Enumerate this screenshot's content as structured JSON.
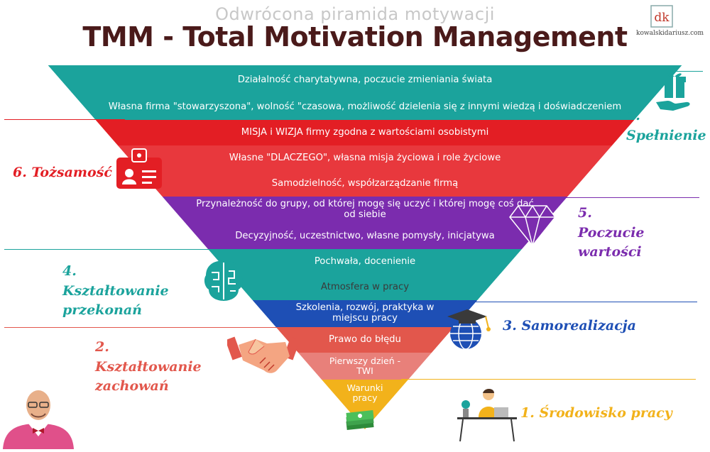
{
  "header": {
    "subtitle": "Odwrócona piramida motywacji",
    "title": "TMM - Total Motivation Management"
  },
  "logo": {
    "text": "kowalskidariusz.com",
    "mark": "dk"
  },
  "pyramid": [
    {
      "text": "Działalność charytatywna, poczucie zmieniania świata",
      "color": "#1ba39c"
    },
    {
      "text": "Własna firma \"stowarzyszona\", wolność \"czasowa, możliwość dzielenia się z innymi wiedzą i doświadczeniem",
      "color": "#1ba39c"
    },
    {
      "text": "MISJA i WIZJA firmy zgodna z wartościami osobistymi",
      "color": "#e31e24"
    },
    {
      "text": "Własne \"DLACZEGO\", własna misja życiowa i role życiowe",
      "color": "#e8383d"
    },
    {
      "text": "Samodzielność, współzarządzanie firmą",
      "color": "#e8383d"
    },
    {
      "text": "Przynależność do grupy, od której mogę się uczyć i której mogę coś dać od siebie",
      "color": "#7b2cae"
    },
    {
      "text": "Decyzyjność, uczestnictwo, własne pomysły, inicjatywa",
      "color": "#7b2cae"
    },
    {
      "text": "Pochwała, docenienie",
      "color": "#1ba39c"
    },
    {
      "text": "Atmosfera w pracy",
      "color": "#1ba39c"
    },
    {
      "text": "Szkolenia, rozwój, praktyka w miejscu pracy",
      "color": "#1e4fb5"
    },
    {
      "text": "Prawo do błędu",
      "color": "#e2574c"
    },
    {
      "text": "Pierwszy dzień - TWI",
      "color": "#e8807a"
    },
    {
      "text": "Warunki pracy",
      "color": "#f2b21b"
    }
  ],
  "levels": {
    "l7": {
      "text": "7. Spełnienie",
      "color": "#1ba39c"
    },
    "l6": {
      "text": "6. Tożsamość",
      "color": "#e31e24"
    },
    "l5": {
      "text": "5. Poczucie wartości",
      "color": "#7b2cae"
    },
    "l4": {
      "text": "4. Kształtowanie przekonań",
      "color": "#1ba39c"
    },
    "l3": {
      "text": "3. Samorealizacja",
      "color": "#1e4fb5"
    },
    "l2": {
      "text": "2. Kształtowanie zachowań",
      "color": "#e2574c"
    },
    "l1": {
      "text": "1. Środowisko pracy",
      "color": "#f2b21b"
    }
  },
  "icons": [
    "gift-hand-icon",
    "id-badge-icon",
    "diamond-icon",
    "brain-icon",
    "graduation-globe-icon",
    "handshake-icon",
    "office-desk-icon",
    "money-stack-icon"
  ]
}
